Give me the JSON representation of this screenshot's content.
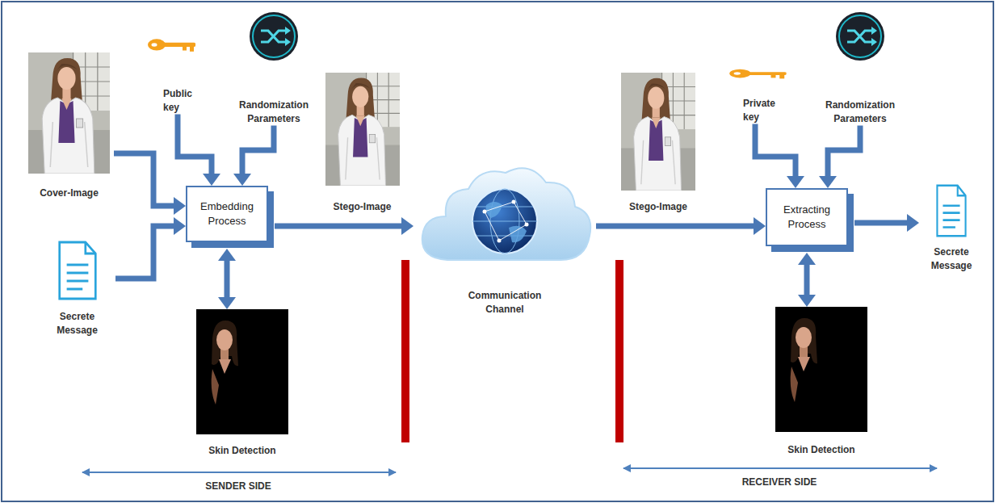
{
  "diagram": {
    "nodes": [
      {
        "text": [
          "Cover-Image"
        ]
      },
      {
        "text": [
          "Public key"
        ]
      },
      {
        "text": [
          "Randomization Parameters"
        ]
      },
      {
        "text": [
          "Embedding Process"
        ]
      },
      {
        "text": [
          "Stego-Image"
        ]
      },
      {
        "text": [
          "Secrete Message"
        ]
      },
      {
        "text": [
          "Skin Detection"
        ]
      },
      {
        "text": [
          "Communication Channel"
        ]
      },
      {
        "text": [
          "Private key"
        ]
      },
      {
        "text": [
          "Randomization Parameters"
        ]
      },
      {
        "text": [
          "Stego-Image"
        ]
      },
      {
        "text": [
          "Extracting Process"
        ]
      },
      {
        "text": [
          "Secrete Message"
        ]
      },
      {
        "text": [
          "Skin Detection"
        ]
      }
    ],
    "edges": [
      {
        "from": 0,
        "to": 3,
        "arrow": "to"
      },
      {
        "from": 5,
        "to": 3,
        "arrow": "to"
      },
      {
        "from": 1,
        "to": 3,
        "arrow": "to"
      },
      {
        "from": 2,
        "to": 3,
        "arrow": "to"
      },
      {
        "from": 3,
        "to": 7,
        "arrow": "to"
      },
      {
        "from": 3,
        "to": 6,
        "arrow": "both"
      },
      {
        "from": 8,
        "to": 11,
        "arrow": "to"
      },
      {
        "from": 9,
        "to": 11,
        "arrow": "to"
      },
      {
        "from": 7,
        "to": 11,
        "arrow": "to"
      },
      {
        "from": 11,
        "to": 12,
        "arrow": "to"
      },
      {
        "from": 11,
        "to": 13,
        "arrow": "both"
      }
    ],
    "labels": [
      "SENDER SIDE",
      "RECEIVER SIDE"
    ]
  }
}
